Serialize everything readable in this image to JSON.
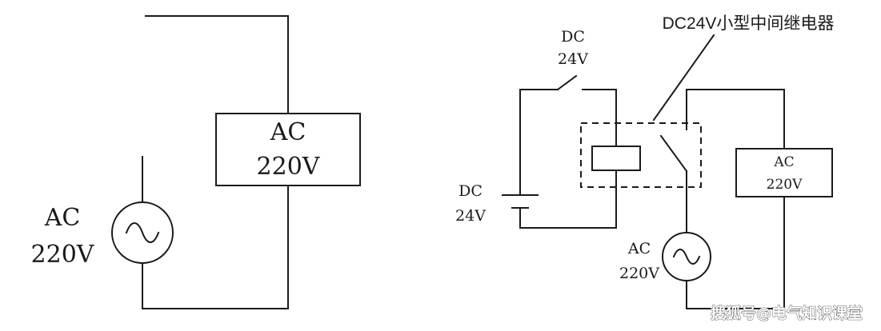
{
  "left_circuit": {
    "load_label_line1": "AC",
    "load_label_line2": "220V",
    "source_label_line1": "AC",
    "source_label_line2": "220V"
  },
  "right_circuit": {
    "callout_label": "DC24V小型中间继电器",
    "switch_label_line1": "DC",
    "switch_label_line2": "24V",
    "battery_label_line1": "DC",
    "battery_label_line2": "24V",
    "load_label_line1": "AC",
    "load_label_line2": "220V",
    "source_label_line1": "AC",
    "source_label_line2": "220V"
  },
  "watermark": "搜狐号@电气知识课堂",
  "icons": {
    "ac_source": "ac-source-icon",
    "battery": "battery-icon",
    "switch": "switch-icon",
    "relay_coil": "relay-coil-icon",
    "relay_contact": "relay-contact-icon"
  }
}
